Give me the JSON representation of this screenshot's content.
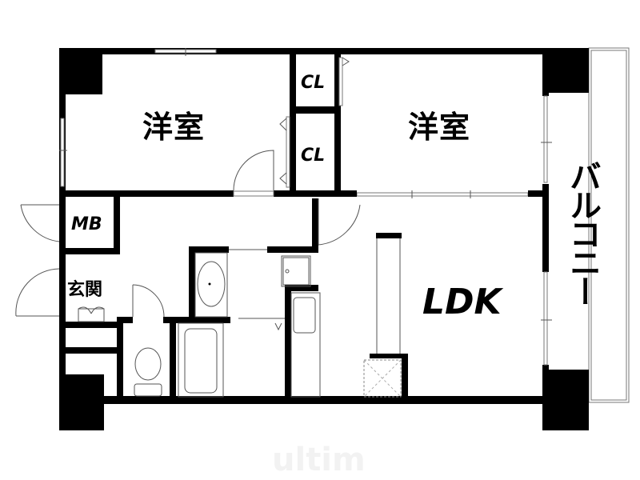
{
  "floorplan": {
    "layout": "2LDK",
    "rooms": [
      {
        "id": "western-room-1",
        "label": "洋室"
      },
      {
        "id": "western-room-2",
        "label": "洋室"
      },
      {
        "id": "closet-1",
        "label": "CL"
      },
      {
        "id": "closet-2",
        "label": "CL"
      },
      {
        "id": "meter-box",
        "label": "MB"
      },
      {
        "id": "entrance",
        "label": "玄関"
      },
      {
        "id": "ldk",
        "label": "LDK"
      },
      {
        "id": "balcony",
        "label": "バルコニー"
      }
    ],
    "fixtures": [
      "washbasin",
      "washing-machine-pan",
      "toilet",
      "bathtub",
      "kitchen-sink",
      "refrigerator-space",
      "shoe-cabinet"
    ],
    "watermark": "ultim",
    "colors": {
      "wall": "#000000",
      "line": "#555555",
      "background": "#ffffff",
      "watermark": "#f2f2f2"
    }
  }
}
